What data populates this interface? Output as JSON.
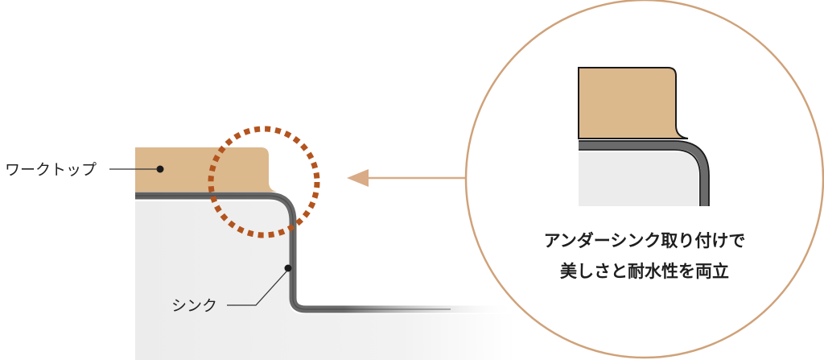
{
  "labels": {
    "worktop": "ワークトップ",
    "sink": "シンク"
  },
  "zoom_caption": {
    "line1": "アンダーシンク取り付けで",
    "line2": "美しさと耐水性を両立"
  },
  "colors": {
    "worktop_fill": "#dcb88d",
    "sink_rim": "#6b6b6b",
    "sink_fill": "#ececec",
    "highlight_dots": "#b3541e",
    "zoom_circle": "#cfa27a",
    "arrow": "#d9ab87",
    "leader_line": "#333333"
  }
}
